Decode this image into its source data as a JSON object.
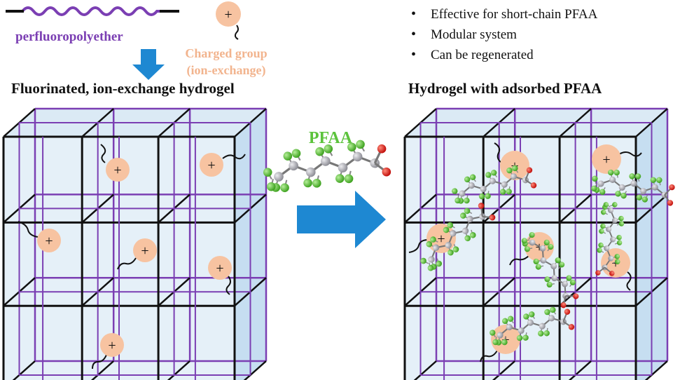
{
  "legend": {
    "polymer_label": "perfluoropolyether",
    "charged_group_line1": "Charged group",
    "charged_group_line2": "(ion-exchange)",
    "plus_symbol": "+"
  },
  "left_panel": {
    "title": "Fluorinated, ion-exchange hydrogel"
  },
  "middle": {
    "molecule_label": "PFAA"
  },
  "right_panel": {
    "title": "Hydrogel with adsorbed PFAA",
    "bullets": [
      "Effective for short-chain PFAA",
      "Modular system",
      "Can be regenerated"
    ]
  },
  "colors": {
    "polymer": "#7b3fb3",
    "crosslink": "#111111",
    "charged_fill": "#f7c3a1",
    "charged_text": "#f2b48e",
    "gel_face": "#cfe3f2",
    "arrow_blue": "#1e88d2",
    "fluorine": "#5cc33c",
    "carbon": "#a9a9b0",
    "oxygen": "#e0201b"
  }
}
